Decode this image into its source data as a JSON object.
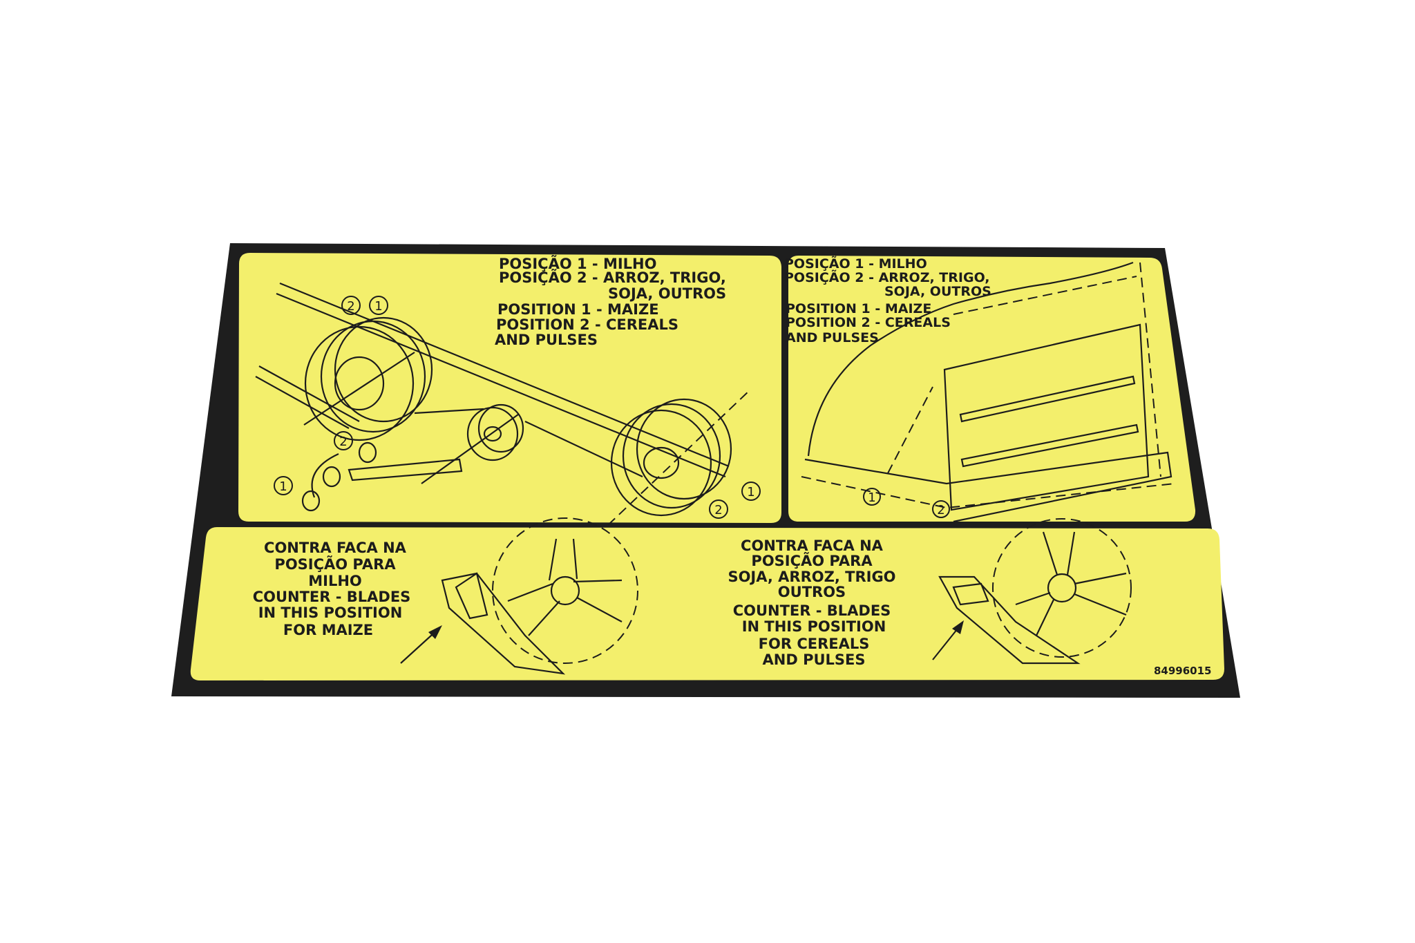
{
  "colors": {
    "sticker_background": "#1e1e1e",
    "panel_yellow": "#f3ef6c",
    "ink": "#1c1c1c",
    "page": "#ffffff"
  },
  "panel_belt": {
    "lines": [
      "POSIÇÃO 1 - MILHO",
      "POSIÇÃO 2 - ARROZ, TRIGO,",
      "SOJA, OUTROS",
      "POSITION 1 - MAIZE",
      "POSITION 2 - CEREALS",
      "AND  PULSES"
    ],
    "markers": [
      "2",
      "1",
      "2",
      "1",
      "2",
      "1"
    ]
  },
  "panel_concave": {
    "lines": [
      "POSIÇÃO 1 - MILHO",
      "POSIÇÃO 2 - ARROZ, TRIGO,",
      "SOJA, OUTROS",
      "POSITION 1 - MAIZE",
      "POSITION 2 - CEREALS",
      "AND  PULSES"
    ],
    "markers": [
      "1",
      "2"
    ]
  },
  "panel_blades": {
    "left_lines": [
      "CONTRA  FACA  NA",
      "POSIÇÃO  PARA",
      "MILHO",
      "COUNTER - BLADES",
      "IN  THIS  POSITION",
      "FOR  MAIZE"
    ],
    "right_lines": [
      "CONTRA  FACA  NA",
      "POSIÇÃO  PARA",
      "SOJA, ARROZ, TRIGO",
      "OUTROS",
      "COUNTER - BLADES",
      "IN  THIS  POSITION",
      "FOR  CEREALS",
      "AND  PULSES"
    ],
    "part_number": "84996015"
  }
}
